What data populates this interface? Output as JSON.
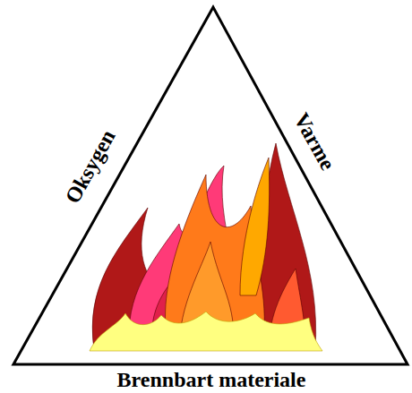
{
  "diagram": {
    "labels": [
      "Oksygen",
      "Varme",
      "Brennbart materiale"
    ]
  }
}
